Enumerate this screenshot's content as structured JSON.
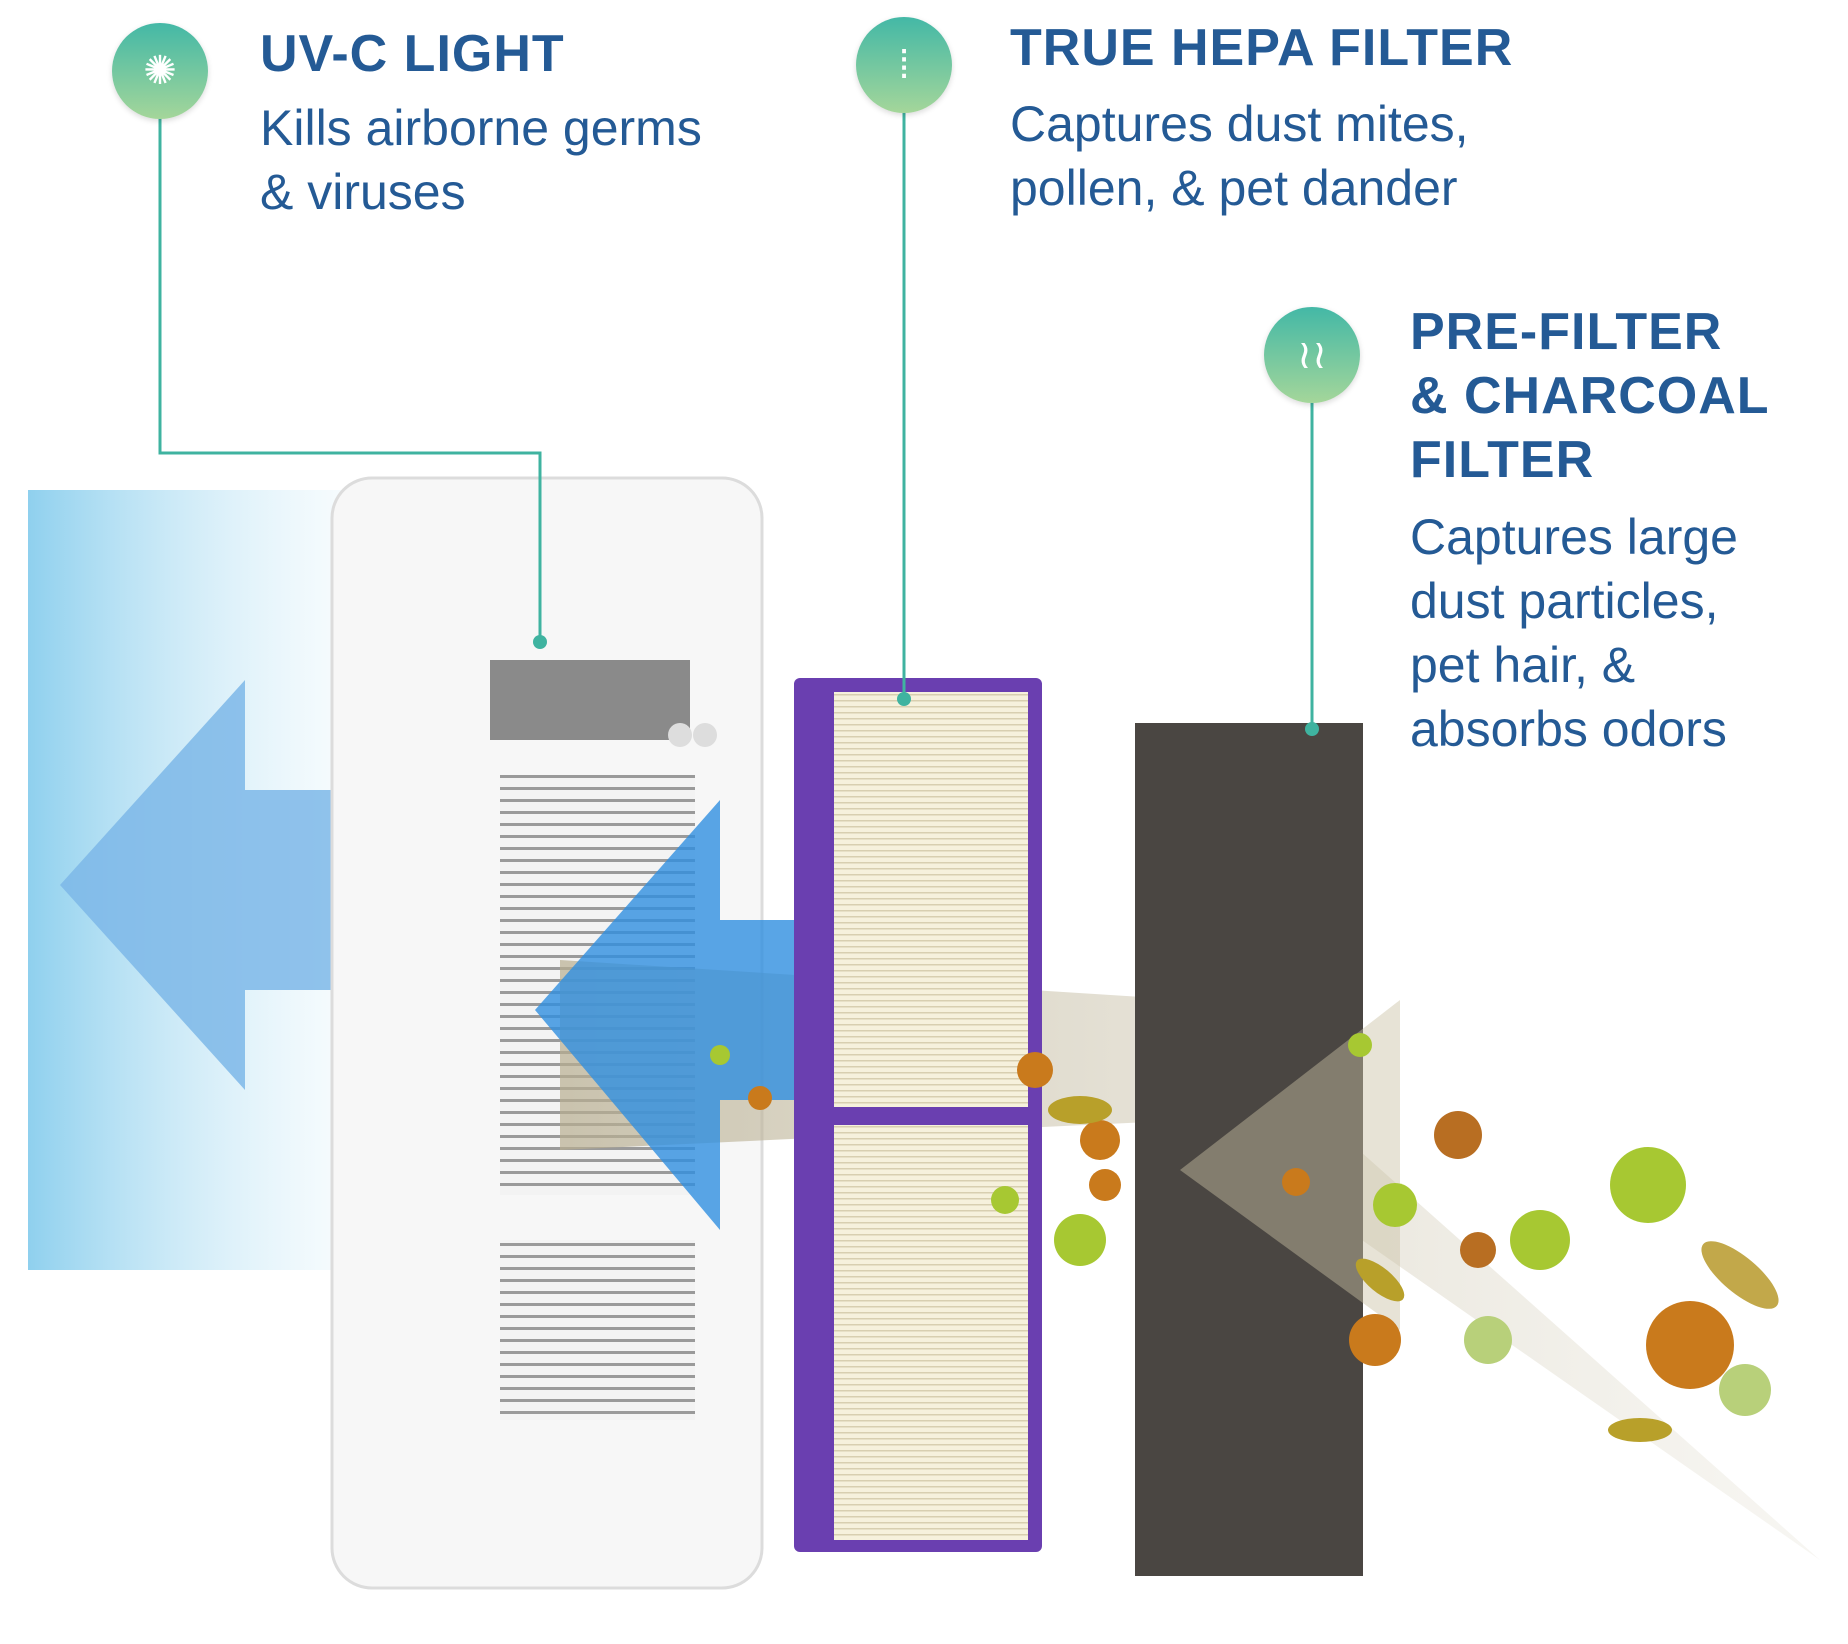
{
  "callouts": [
    {
      "icon": "virus-icon",
      "title": [
        "UV-C LIGHT"
      ],
      "desc": [
        "Kills airborne germs",
        "& viruses"
      ]
    },
    {
      "icon": "particles-filter-icon",
      "title": [
        "TRUE HEPA FILTER"
      ],
      "desc": [
        "Captures dust mites,",
        "pollen, & pet dander"
      ]
    },
    {
      "icon": "odor-icon",
      "title": [
        "PRE-FILTER",
        "& CHARCOAL",
        "FILTER"
      ],
      "desc": [
        "Captures large",
        "dust particles,",
        "pet hair, &",
        "absorbs odors"
      ]
    }
  ],
  "colors": {
    "text": "#245a95",
    "teal": "#3fb3a0",
    "purple": "#6a3fb0",
    "charcoal": "#4a4642",
    "air": "#5aa9e6"
  }
}
